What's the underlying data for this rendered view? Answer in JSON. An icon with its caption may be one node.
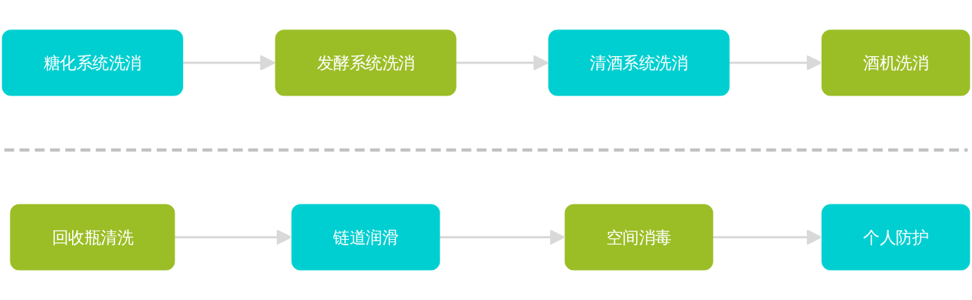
{
  "diagram": {
    "nodes": [
      {
        "text": [
          "糖化系统洗消"
        ]
      },
      {
        "text": [
          "发酵系统洗消"
        ]
      },
      {
        "text": [
          "清酒系统洗消"
        ]
      },
      {
        "text": [
          "酒机洗消"
        ]
      },
      {
        "text": [
          "回收瓶清洗"
        ]
      },
      {
        "text": [
          "链道润滑"
        ]
      },
      {
        "text": [
          "空间消毒"
        ]
      },
      {
        "text": [
          "个人防护"
        ]
      }
    ],
    "edges": [
      {
        "from": 0,
        "to": 1,
        "arrow": "to"
      },
      {
        "from": 1,
        "to": 2,
        "arrow": "to"
      },
      {
        "from": 2,
        "to": 3,
        "arrow": "to"
      },
      {
        "from": 4,
        "to": 5,
        "arrow": "to"
      },
      {
        "from": 5,
        "to": 6,
        "arrow": "to"
      },
      {
        "from": 6,
        "to": 7,
        "arrow": "to"
      }
    ]
  }
}
